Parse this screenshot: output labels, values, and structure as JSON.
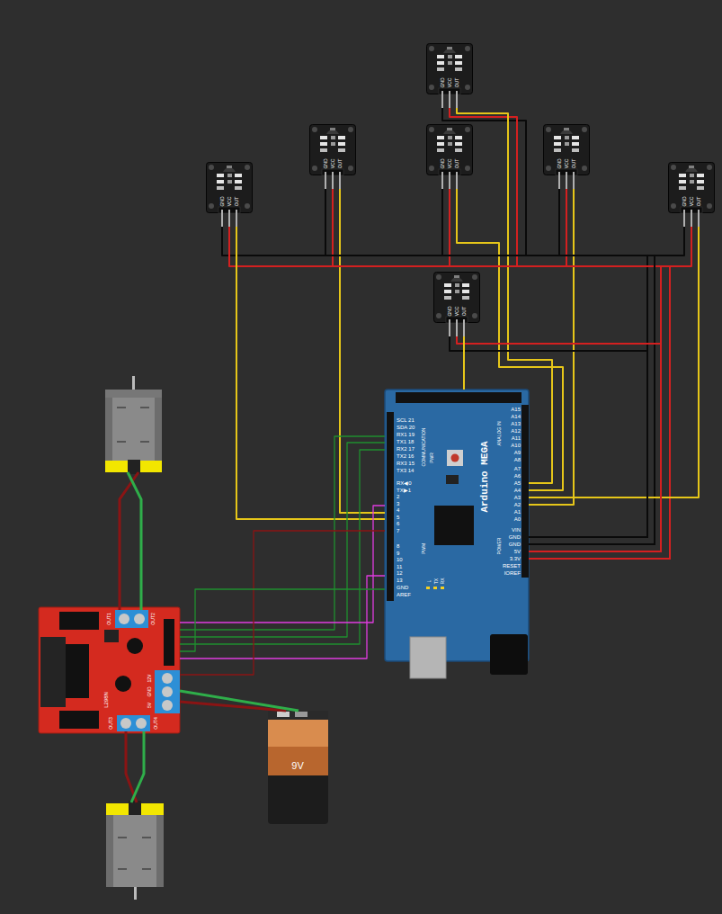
{
  "diagram": {
    "nodes": [
      {
        "text": [
          "GND",
          "VCC",
          "OUT"
        ]
      },
      {
        "text": [
          "GND",
          "VCC",
          "OUT"
        ]
      },
      {
        "text": [
          "GND",
          "VCC",
          "OUT"
        ]
      },
      {
        "text": [
          "GND",
          "VCC",
          "OUT"
        ]
      },
      {
        "text": [
          "GND",
          "VCC",
          "OUT"
        ]
      },
      {
        "text": [
          "GND",
          "VCC",
          "OUT"
        ]
      },
      {
        "text": [
          "GND",
          "VCC",
          "OUT"
        ]
      },
      {
        "text": [
          "Arduino MEGA",
          "COMMUNICATION",
          "PWM",
          "ANALOG IN",
          "POWER",
          "PWR",
          "L",
          "TX",
          "RX",
          "SCL 21",
          "SDA 20",
          "RX1 19",
          "TX1 18",
          "RX2 17",
          "TX2 16",
          "RX3 15",
          "TX3 14",
          "RX◀0",
          "TX▶1",
          "2",
          "3",
          "4",
          "5",
          "6",
          "7",
          "8",
          "9",
          "10",
          "11",
          "12",
          "13",
          "GND",
          "AREF",
          "A15",
          "A14",
          "A13",
          "A12",
          "A11",
          "A10",
          "A9",
          "A8",
          "A7",
          "A6",
          "A5",
          "A4",
          "A3",
          "A2",
          "A1",
          "A0",
          "VIN",
          "GND",
          "GND",
          "5V",
          "3.3V",
          "RESET",
          "IOREF"
        ]
      },
      {
        "text": [
          "L298N",
          "OUT1",
          "OUT2",
          "OUT3",
          "OUT4",
          "12V",
          "GND",
          "5V"
        ]
      },
      {
        "text": [
          "9V"
        ]
      }
    ],
    "edges": [
      {
        "from": 0,
        "to": 7,
        "arrow": "none"
      },
      {
        "from": 0,
        "to": 7,
        "arrow": "none"
      },
      {
        "from": 0,
        "to": 7,
        "arrow": "none"
      },
      {
        "from": 1,
        "to": 7,
        "arrow": "none"
      },
      {
        "from": 1,
        "to": 7,
        "arrow": "none"
      },
      {
        "from": 1,
        "to": 7,
        "arrow": "none"
      },
      {
        "from": 2,
        "to": 7,
        "arrow": "none"
      },
      {
        "from": 2,
        "to": 7,
        "arrow": "none"
      },
      {
        "from": 2,
        "to": 7,
        "arrow": "none"
      },
      {
        "from": 3,
        "to": 7,
        "arrow": "none"
      },
      {
        "from": 3,
        "to": 7,
        "arrow": "none"
      },
      {
        "from": 3,
        "to": 7,
        "arrow": "none"
      },
      {
        "from": 4,
        "to": 7,
        "arrow": "none"
      },
      {
        "from": 4,
        "to": 7,
        "arrow": "none"
      },
      {
        "from": 4,
        "to": 7,
        "arrow": "none"
      },
      {
        "from": 5,
        "to": 7,
        "arrow": "none"
      },
      {
        "from": 5,
        "to": 7,
        "arrow": "none"
      },
      {
        "from": 5,
        "to": 7,
        "arrow": "none"
      },
      {
        "from": 6,
        "to": 7,
        "arrow": "none"
      },
      {
        "from": 6,
        "to": 7,
        "arrow": "none"
      },
      {
        "from": 6,
        "to": 7,
        "arrow": "none"
      },
      {
        "from": 7,
        "to": 8,
        "arrow": "none"
      },
      {
        "from": 7,
        "to": 8,
        "arrow": "none"
      },
      {
        "from": 7,
        "to": 8,
        "arrow": "none"
      },
      {
        "from": 7,
        "to": 8,
        "arrow": "none"
      },
      {
        "from": 7,
        "to": 8,
        "arrow": "none"
      },
      {
        "from": 7,
        "to": 8,
        "arrow": "none"
      },
      {
        "from": 7,
        "to": 8,
        "arrow": "none"
      },
      {
        "from": 9,
        "to": 8,
        "arrow": "none"
      },
      {
        "from": 9,
        "to": 8,
        "arrow": "none"
      }
    ]
  }
}
